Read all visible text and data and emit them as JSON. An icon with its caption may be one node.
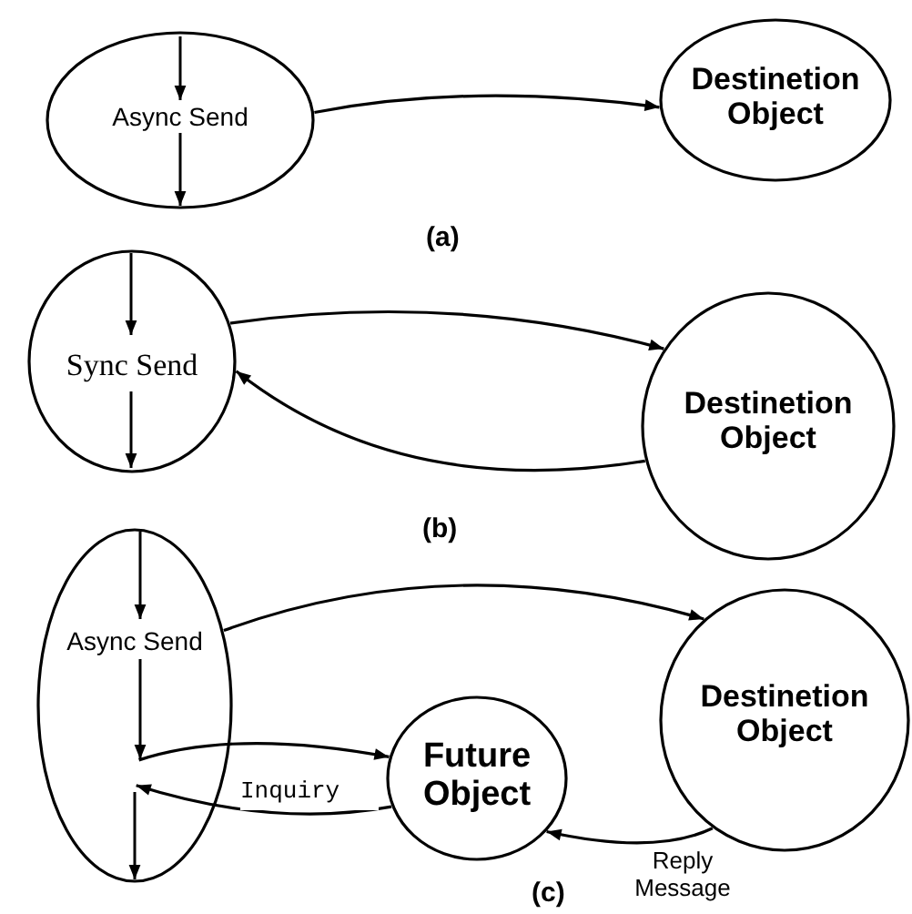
{
  "diagram": {
    "nodes": [
      {
        "text": [
          "Async Send"
        ]
      },
      {
        "text": [
          "Destinetion Object"
        ]
      },
      {
        "text": [
          "Sync Send"
        ]
      },
      {
        "text": [
          "Destinetion Object"
        ]
      },
      {
        "text": [
          "Async Send"
        ]
      },
      {
        "text": [
          "Destinetion Object"
        ]
      },
      {
        "text": [
          "Future Object"
        ]
      }
    ],
    "edges": [
      {
        "from": 0,
        "to": 1,
        "arrow": "to"
      },
      {
        "from": 2,
        "to": 3,
        "arrow": "to"
      },
      {
        "from": 3,
        "to": 2,
        "arrow": "to"
      },
      {
        "from": 4,
        "to": 5,
        "arrow": "to"
      },
      {
        "from": 4,
        "to": 6,
        "arrow": "to"
      },
      {
        "from": 6,
        "to": 4,
        "arrow": "to",
        "label": "Inquiry"
      },
      {
        "from": 5,
        "to": 6,
        "arrow": "to",
        "label": "Reply Message"
      }
    ],
    "labels": [
      "(a)",
      "(b)",
      "(c)"
    ]
  }
}
